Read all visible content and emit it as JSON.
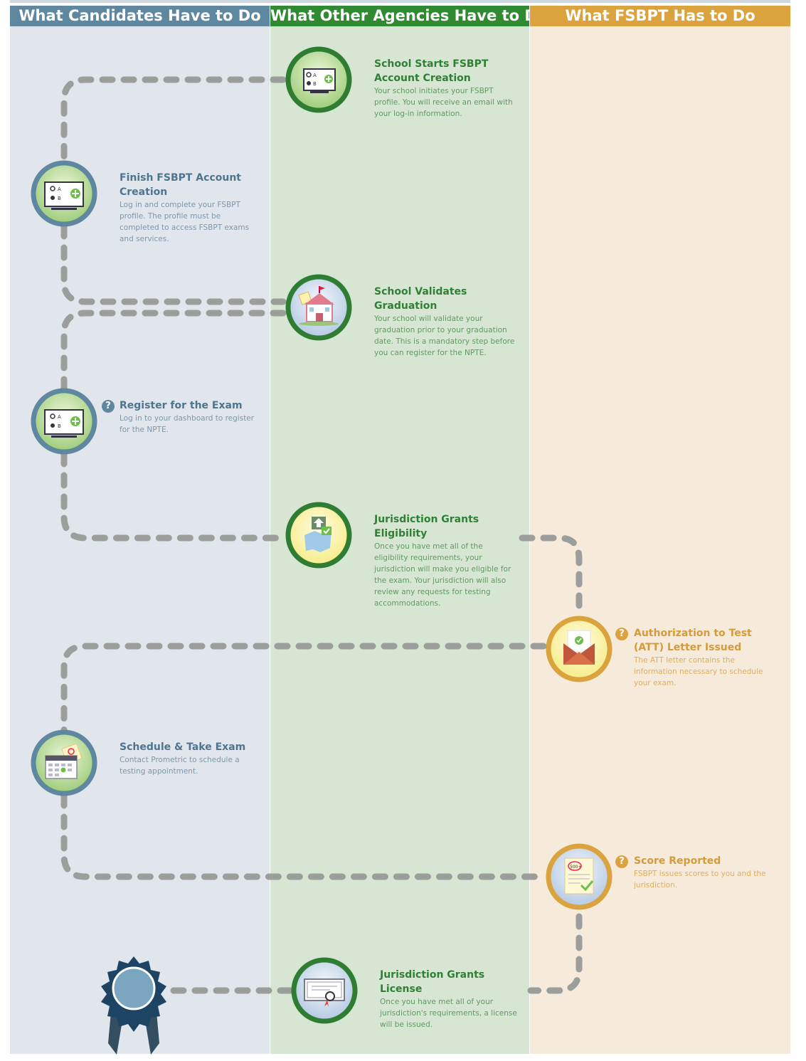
{
  "columns": [
    {
      "title": "What Candidates Have to Do",
      "color": "#5f87a0",
      "background": "#e0e6ec"
    },
    {
      "title": "What Other Agencies Have to Do",
      "color": "#2f8a31",
      "background": "#d6e6d3"
    },
    {
      "title": "What FSBPT Has to Do",
      "color": "#daa33e",
      "background": "#f6ebdb"
    }
  ],
  "steps": {
    "school_starts": {
      "lane": "agencies",
      "title": "School Starts FSBPT Account Creation",
      "description": "Your school initiates your FSBPT profile. You will receive an email with your log-in information.",
      "icon": "computer-screen-icon"
    },
    "finish_account": {
      "lane": "candidates",
      "title": "Finish FSBPT Account Creation",
      "description": "Log in and complete your FSBPT profile. The profile must be completed to access FSBPT exams and services.",
      "icon": "computer-screen-icon"
    },
    "school_validates": {
      "lane": "agencies",
      "title": "School Validates Graduation",
      "description": "Your school will validate your graduation prior to your graduation date. This is a mandatory step before you can register for the NPTE.",
      "icon": "schoolhouse-icon"
    },
    "register": {
      "lane": "candidates",
      "title": "Register for the Exam",
      "description": "Log in to your dashboard to register for the NPTE.",
      "icon": "computer-screen-icon",
      "help": "?"
    },
    "jurisdiction_eligibility": {
      "lane": "agencies",
      "title": "Jurisdiction Grants Eligibility",
      "description": "Once you have met all of the eligibility requirements, your jurisdiction will make you eligible for the exam. Your jurisdiction will also review any requests for testing accommodations.",
      "icon": "map-check-icon"
    },
    "att_letter": {
      "lane": "fsbpt",
      "title": "Authorization to Test (ATT) Letter Issued",
      "description": "The ATT letter contains the information necessary to schedule your exam.",
      "icon": "envelope-icon",
      "help": "?"
    },
    "schedule_exam": {
      "lane": "candidates",
      "title": "Schedule & Take Exam",
      "description": "Contact Prometric to schedule a testing appointment.",
      "icon": "calendar-icon"
    },
    "score_reported": {
      "lane": "fsbpt",
      "title": "Score Reported",
      "description": "FSBPT issues scores to you and the jurisdiction.",
      "icon": "score-sheet-icon",
      "score_label": "500+",
      "help": "?"
    },
    "jurisdiction_license": {
      "lane": "agencies",
      "title": "Jurisdiction Grants License",
      "description": "Once you have met all of your jurisdiction's requirements, a license will be issued.",
      "icon": "certificate-icon"
    }
  },
  "finish_badge": {
    "icon": "award-ribbon-icon"
  }
}
